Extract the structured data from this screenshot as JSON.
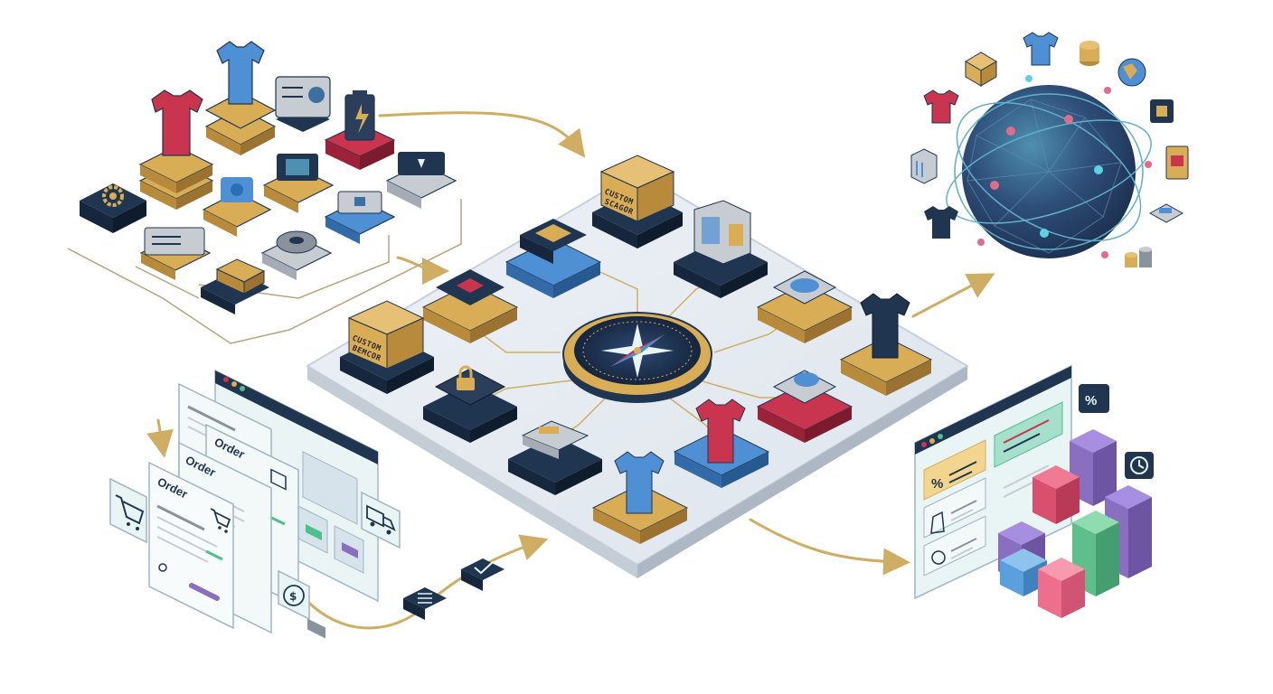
{
  "colors": {
    "navy": "#1f3550",
    "gold": "#d9ad56",
    "crimson": "#c9344f",
    "blue": "#4f8fd3",
    "platform": "#e4eaf1",
    "arrow": "#cfae63",
    "glass": "#e9f4f4"
  },
  "labels": {
    "order_1": "Order",
    "order_2": "Order",
    "order_3": "Order",
    "box_top_line1": "CUSTOM",
    "box_top_line2": "SCAGOR",
    "box_left_line1": "CUSTOM",
    "box_left_line2": "BEMCOR",
    "percent_badge": "%",
    "percent_row": "%",
    "dollar_coin": "$"
  },
  "icons": [
    "tshirt-icon",
    "gear-icon",
    "microchip-icon",
    "battery-icon",
    "server-icon",
    "package-icon",
    "compass-icon",
    "globe-icon",
    "shopping-cart-icon",
    "delivery-truck-icon",
    "checkmark-icon",
    "list-icon",
    "clock-icon",
    "coin-stack-icon",
    "bar-chart-icon",
    "padlock-icon"
  ]
}
